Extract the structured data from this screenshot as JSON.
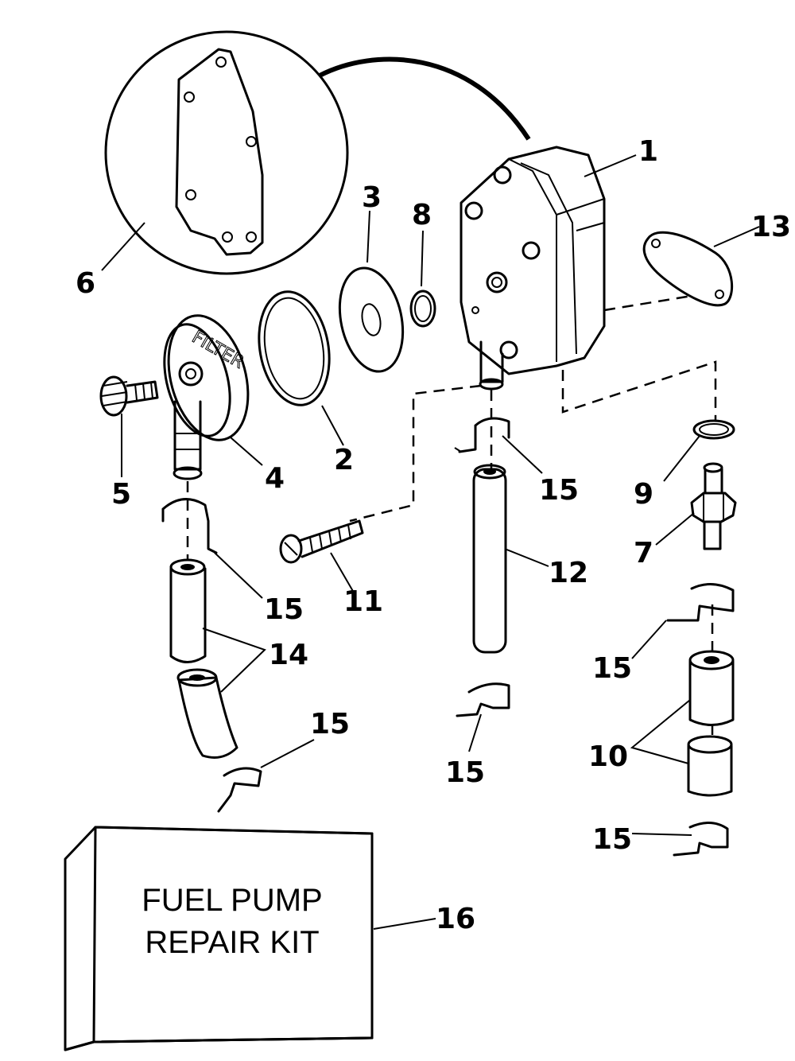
{
  "kit_box": {
    "line1": "FUEL PUMP",
    "line2": "REPAIR KIT"
  },
  "callouts": {
    "c1": "1",
    "c2": "2",
    "c3": "3",
    "c4": "4",
    "c5": "5",
    "c6": "6",
    "c7": "7",
    "c8": "8",
    "c9": "9",
    "c10": "10",
    "c11": "11",
    "c12": "12",
    "c13": "13",
    "c14": "14",
    "c15a": "15",
    "c15b": "15",
    "c15c": "15",
    "c15d": "15",
    "c15e": "15",
    "c15f": "15",
    "c16": "16"
  },
  "filter_cover_text": "FILTER",
  "colors": {
    "ink": "#000000",
    "paper": "#ffffff"
  }
}
